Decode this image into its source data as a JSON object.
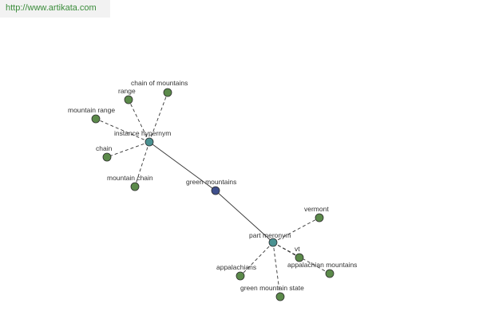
{
  "watermark": "http://www.artikata.com",
  "colors": {
    "leaf": "#5b8a4a",
    "hub": "#4a9191",
    "root": "#3f4f8c",
    "edge": "#333333"
  },
  "graph": {
    "root": "green mountains",
    "hubs": [
      "instance hypernym",
      "part meronym"
    ],
    "leaves": [
      "chain of mountains",
      "range",
      "mountain range",
      "chain",
      "mountain chain",
      "vermont",
      "vt",
      "appalachian mountains",
      "appalachians",
      "green mountain state"
    ]
  }
}
